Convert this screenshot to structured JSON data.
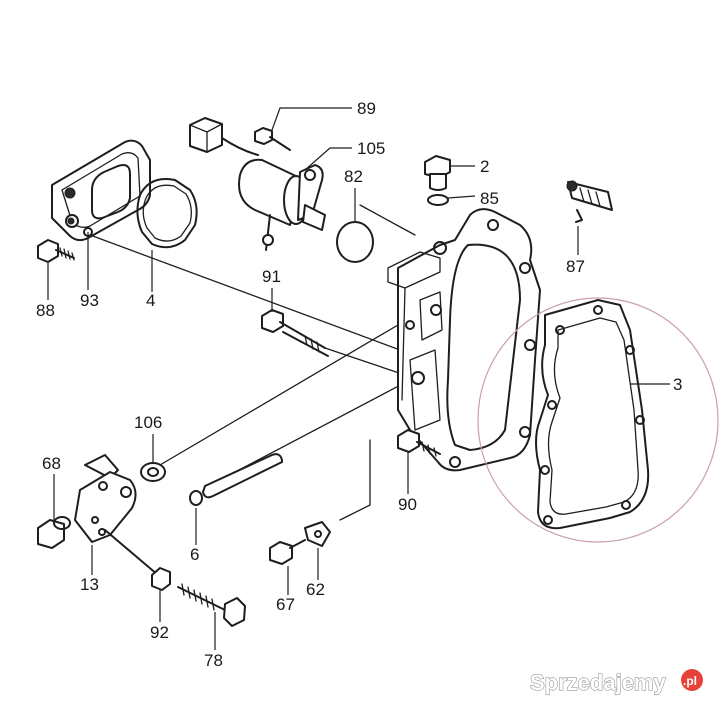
{
  "parts": [
    {
      "id": "89",
      "label": "89"
    },
    {
      "id": "105",
      "label": "105"
    },
    {
      "id": "2",
      "label": "2"
    },
    {
      "id": "85",
      "label": "85"
    },
    {
      "id": "82",
      "label": "82"
    },
    {
      "id": "87",
      "label": "87"
    },
    {
      "id": "4",
      "label": "4"
    },
    {
      "id": "88",
      "label": "88"
    },
    {
      "id": "93",
      "label": "93"
    },
    {
      "id": "91",
      "label": "91"
    },
    {
      "id": "3",
      "label": "3"
    },
    {
      "id": "106",
      "label": "106"
    },
    {
      "id": "68",
      "label": "68"
    },
    {
      "id": "90",
      "label": "90"
    },
    {
      "id": "6",
      "label": "6"
    },
    {
      "id": "13",
      "label": "13"
    },
    {
      "id": "67",
      "label": "67"
    },
    {
      "id": "62",
      "label": "62"
    },
    {
      "id": "92",
      "label": "92"
    },
    {
      "id": "78",
      "label": "78"
    }
  ],
  "watermark": {
    "text": "Sprzedajemy",
    "badge": ".pl",
    "badge_color": "#e8413a"
  },
  "colors": {
    "line": "#1e1e1e",
    "highlight_circle": "#c9a0a8"
  }
}
